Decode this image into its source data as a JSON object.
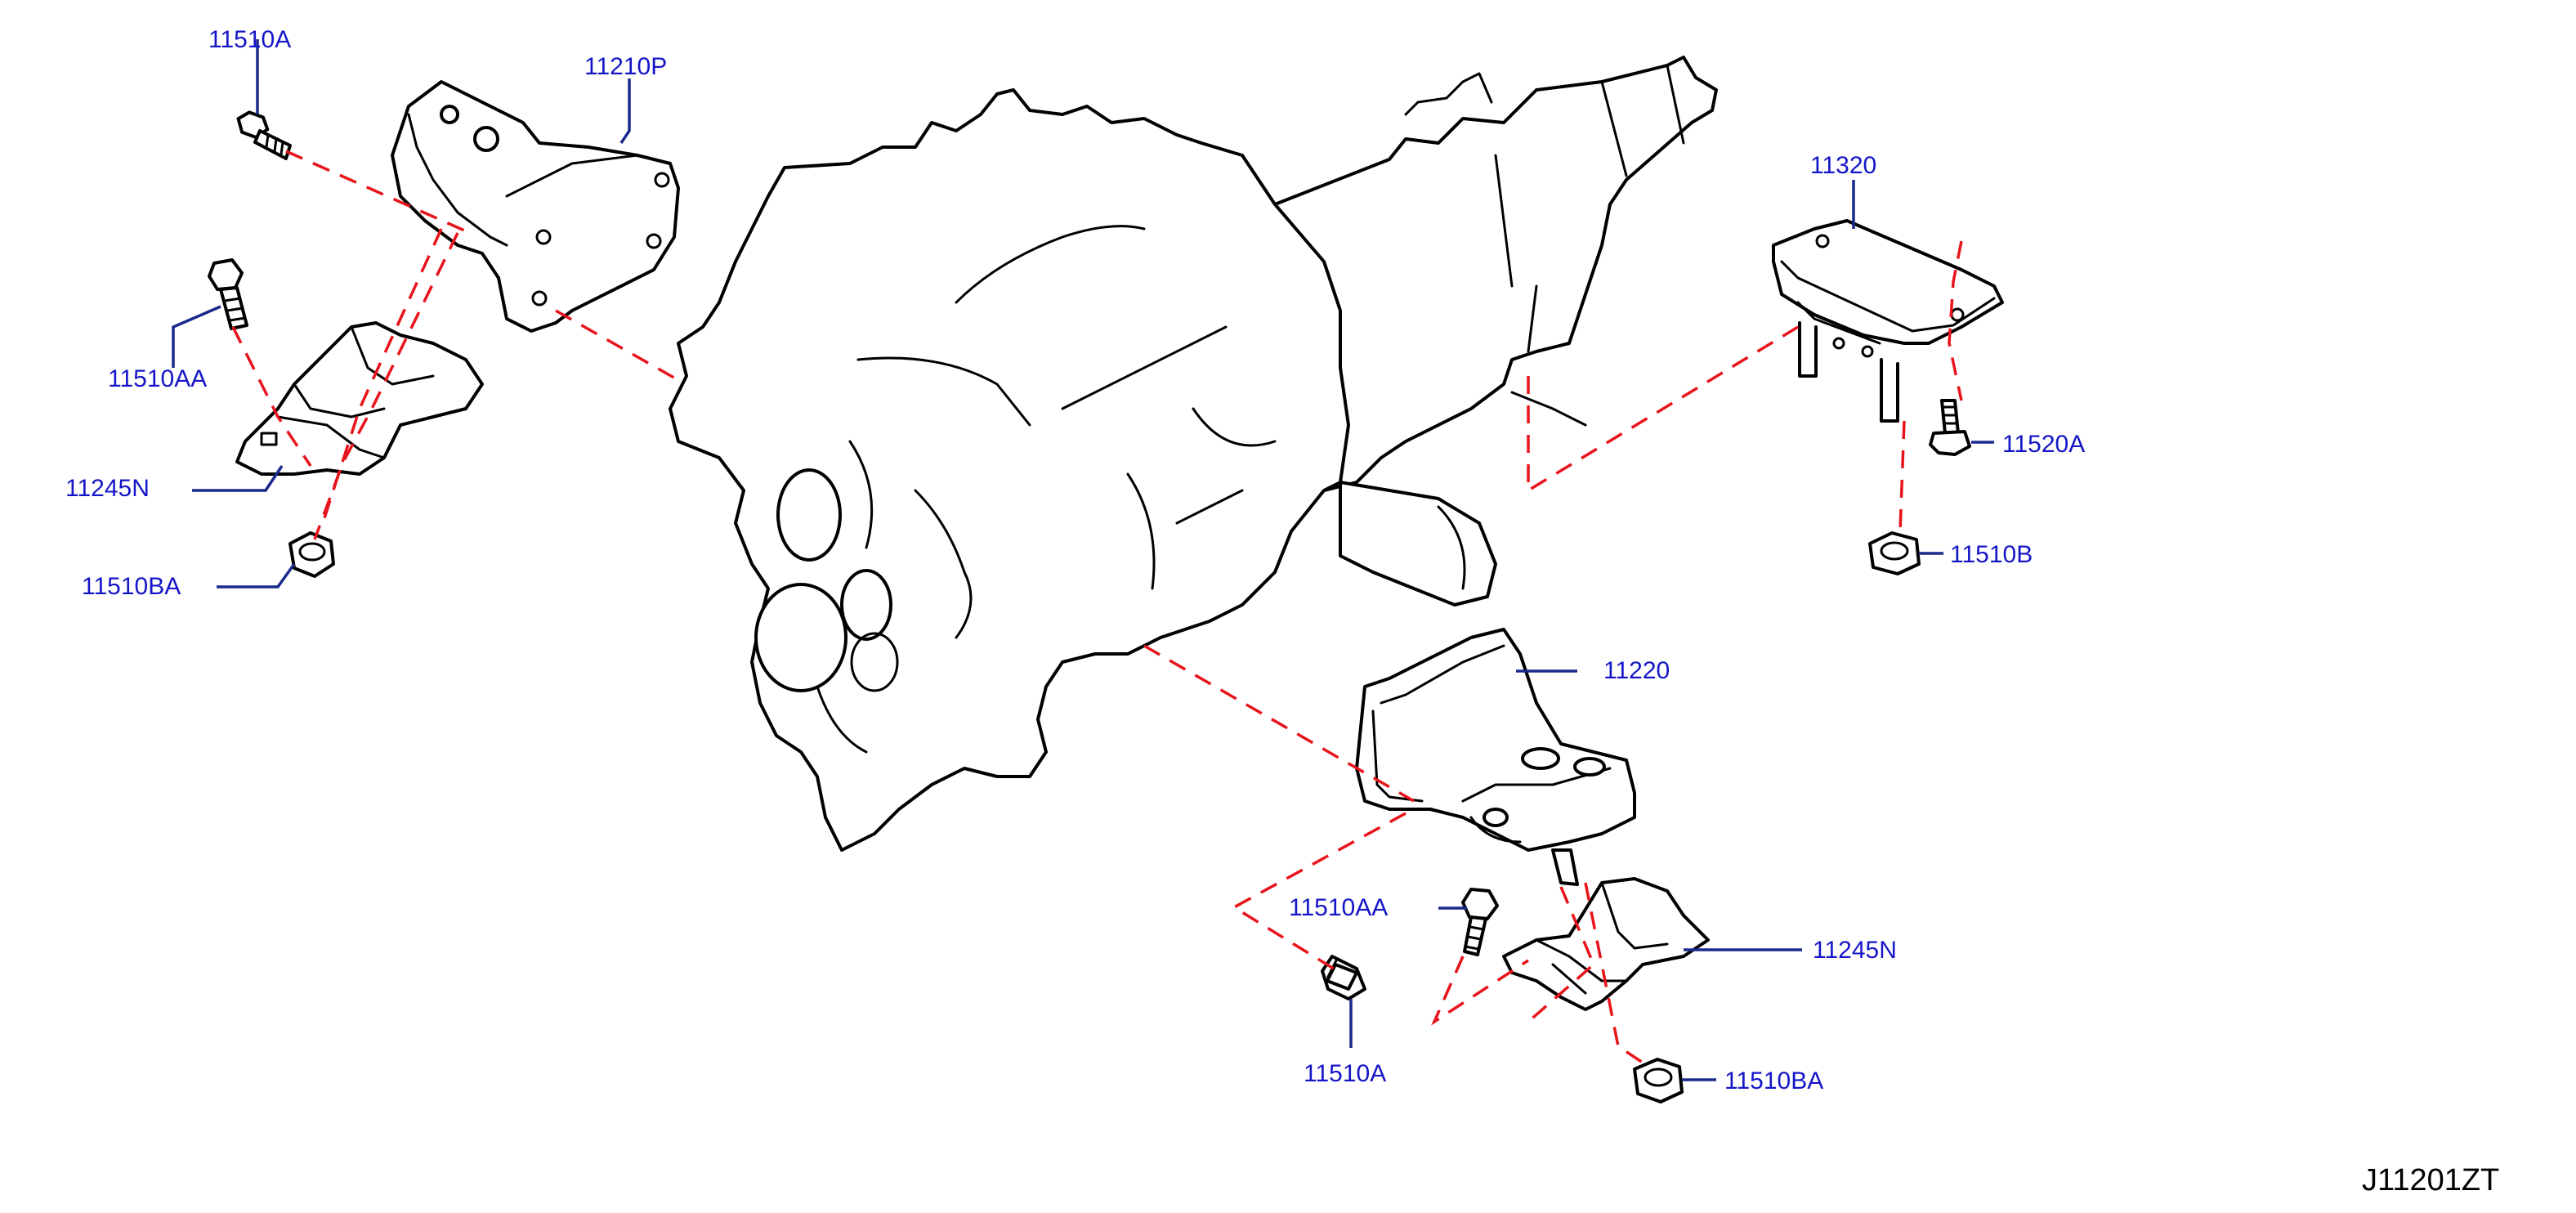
{
  "labels": {
    "p11510A_top": "11510A",
    "p11210P": "11210P",
    "p11510AA_left": "11510AA",
    "p11245N_left": "11245N",
    "p11510BA_left": "11510BA",
    "p11320": "11320",
    "p11520A": "11520A",
    "p11510B": "11510B",
    "p11220": "11220",
    "p11510AA_bottom": "11510AA",
    "p11245N_right": "11245N",
    "p11510A_bottom": "11510A",
    "p11510BA_bottom": "11510BA"
  },
  "diagram_code": "J11201ZT",
  "colors": {
    "label_text": "#1515c8",
    "leader_line": "#1a2a8c",
    "dashed_reference": "#e8141c",
    "outline": "#000000"
  }
}
